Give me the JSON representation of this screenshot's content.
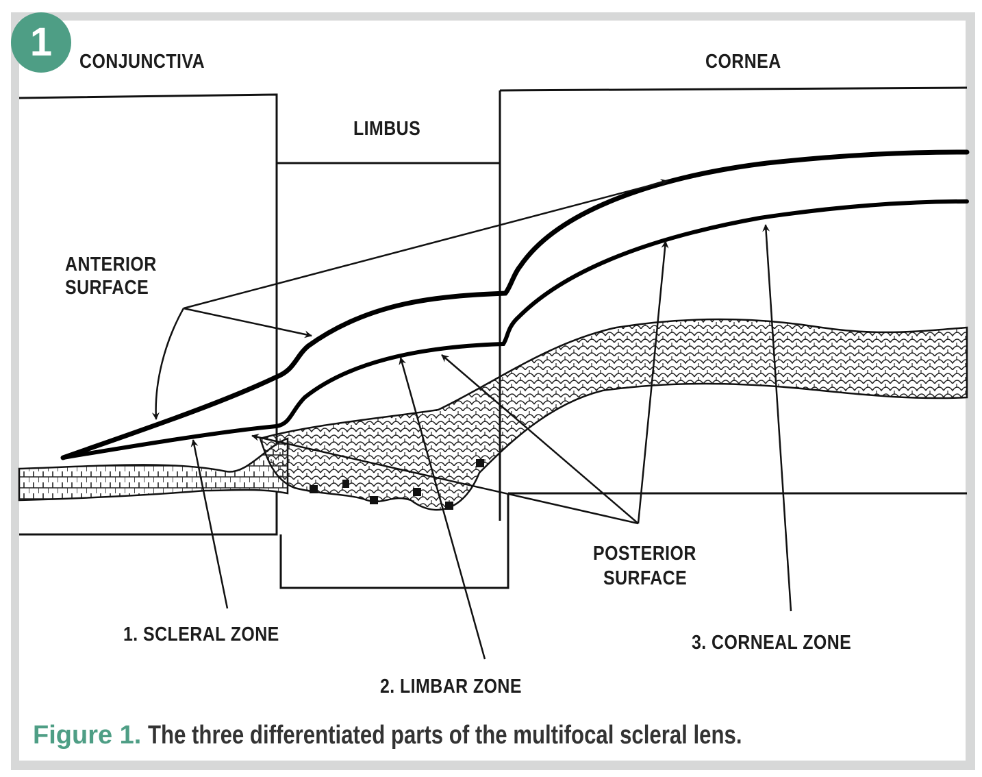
{
  "badge": {
    "number": "1"
  },
  "labels": {
    "conjunctiva": "CONJUNCTIVA",
    "cornea": "CORNEA",
    "limbus": "LIMBUS",
    "anterior_line1": "ANTERIOR",
    "anterior_line2": "SURFACE",
    "posterior_line1": "POSTERIOR",
    "posterior_line2": "SURFACE",
    "scleral_zone": "1. SCLERAL ZONE",
    "limbar_zone": "2. LIMBAR ZONE",
    "corneal_zone": "3. CORNEAL ZONE"
  },
  "caption": {
    "figure": "Figure 1.",
    "text": "The three differentiated parts of the multifocal scleral lens."
  },
  "colors": {
    "accent": "#4e9e85",
    "ink": "#111111"
  }
}
